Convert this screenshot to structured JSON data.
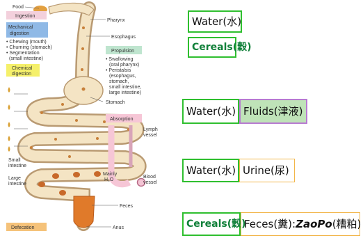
{
  "diagram": {
    "labels": {
      "food": "Food",
      "ingestion": "Ingestion",
      "pharynx": "Pharynx",
      "mechanical": "Mechanical digestion",
      "esophagus": "Esophagus",
      "mech_list": [
        "• Chewing (mouth)",
        "• Churning (stomach)",
        "• Segmentation",
        "(small intestine)"
      ],
      "propulsion": "Propulsion",
      "prop_list": [
        "• Swallowing",
        "(oral pharynx)",
        "• Peristalsis",
        "(esophagus,",
        "stomach,",
        "small intestine,",
        "large intestine)"
      ],
      "chemical": "Chemical digestion",
      "stomach": "Stomach",
      "absorption": "Absorption",
      "lymph": [
        "Lymph",
        "vessel"
      ],
      "small_int": [
        "Small",
        "intestine"
      ],
      "large_int": [
        "Large",
        "intestine"
      ],
      "mainly": "Mainly",
      "h2o": "H₂O",
      "blood": [
        "Blood",
        "vessel"
      ],
      "feces": "Feces",
      "defecation": "Defecation",
      "anus": "Anus"
    },
    "colors": {
      "ingestion": "#f3d0dc",
      "mechanical": "#8fb9e6",
      "propulsion": "#bfe5cf",
      "chemical": "#f5f06a",
      "absorption": "#f6c6d6",
      "defecation": "#f5c27a",
      "gut": "#f4e4c4",
      "feces": "#e07a2a"
    }
  },
  "tags": {
    "water1": "Water(水)",
    "cereals1": "Cereals(穀)",
    "water2": "Water(水)",
    "fluids": "Fluids(津液)",
    "water3": "Water(水)",
    "urine": "Urine(尿)",
    "cereals2": "Cereals(穀)",
    "feces_prefix": "Feces(糞):",
    "feces_italic": "ZaoPo",
    "feces_suffix": "(糟粕)"
  }
}
